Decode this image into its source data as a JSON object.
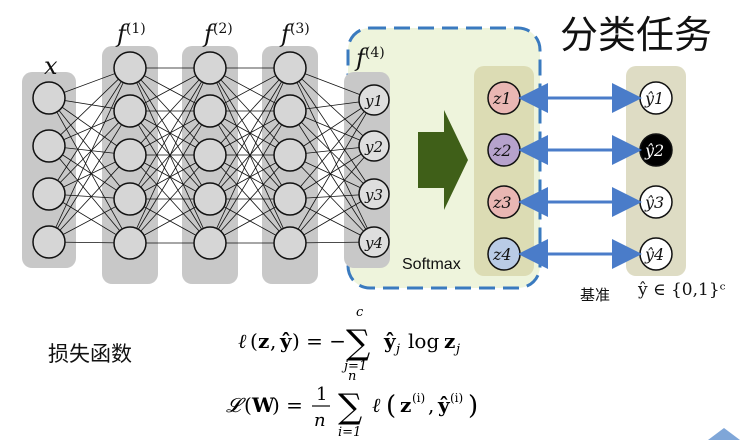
{
  "title": "分类任务",
  "loss_label": "损失函数",
  "baseline_label": "基准",
  "target_set": "ŷ ∈ {0,1}ᶜ",
  "softmax_label": "Softmax",
  "layer_labels": {
    "input": "x",
    "f1": "f(1)",
    "f2": "f(2)",
    "f3": "f(3)",
    "f4": "f(4)"
  },
  "outputs_y": [
    "y1",
    "y2",
    "y3",
    "y4"
  ],
  "outputs_z": [
    "z1",
    "z2",
    "z3",
    "z4"
  ],
  "targets": [
    "ŷ1",
    "ŷ2",
    "ŷ3",
    "ŷ4"
  ],
  "equation_1": "ℓ(z, ŷ) = − Σ_{j=1}^{c} ŷ_j log z_j",
  "equation_2": "𝓛(W) = (1/n) Σ_{i=1}^{n} ℓ(z^(i), ŷ^(i))",
  "colors": {
    "layer_band": "#c8c8c8",
    "softmax_box_fill": "#eef4dc",
    "softmax_box_border": "#3a7abf",
    "arrow_green": "#3f5f18",
    "z1": "#e9b7b3",
    "z2": "#b6a2cc",
    "z3": "#e9b7b3",
    "z4": "#b9cbe6",
    "link_blue": "#4a7cc9",
    "highlight_node": "#000000"
  }
}
